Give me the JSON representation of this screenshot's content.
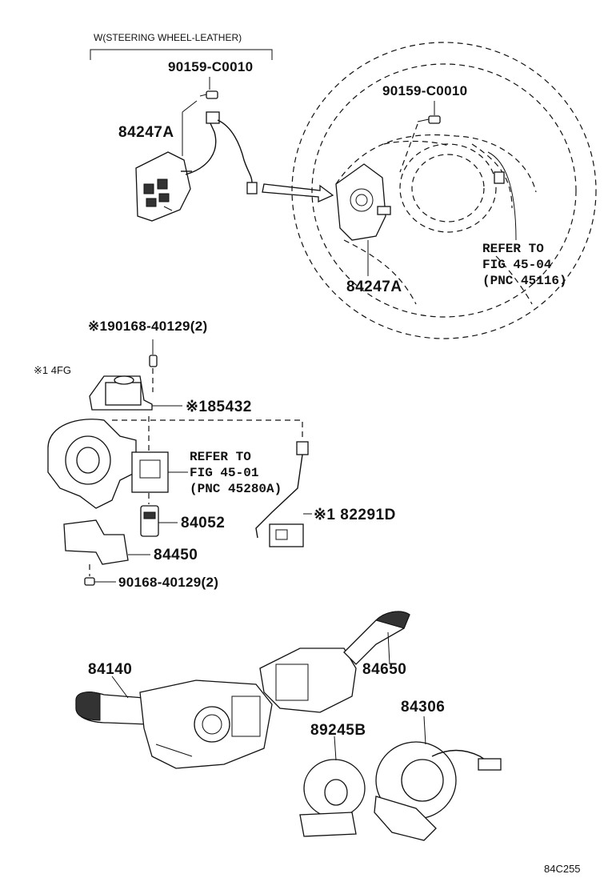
{
  "labels": {
    "steering_note": "W(STEERING WHEEL-LEATHER)",
    "screw_top_left": "90159-C0010",
    "screw_top_right": "90159-C0010",
    "switch_left": "84247A",
    "switch_right": "84247A",
    "refer_45_04_line1": "REFER TO",
    "refer_45_04_line2": "FIG 45-04",
    "refer_45_04_line3": "(PNC 45116)",
    "screw_mid_top": "※190168-40129(2)",
    "note_4fg": "※1 4FG",
    "part_85432": "※185432",
    "refer_45_01_line1": "REFER TO",
    "refer_45_01_line2": "FIG 45-01",
    "refer_45_01_line3": "(PNC 45280A)",
    "part_84052": "84052",
    "part_82291d": "※1 82291D",
    "part_84450": "84450",
    "screw_mid_bottom": "90168-40129(2)",
    "part_84140": "84140",
    "part_84650": "84650",
    "part_84306": "84306",
    "part_89245b": "89245B",
    "figure_code": "84C255"
  }
}
